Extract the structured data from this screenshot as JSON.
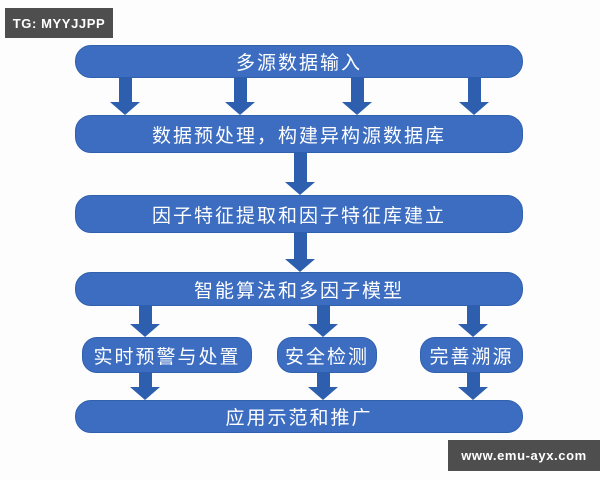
{
  "badges": {
    "top_left": "TG: MYYJJPP",
    "bottom_right": "www.emu-ayx.com"
  },
  "flowchart": {
    "nodes": {
      "input": "多源数据输入",
      "preprocess": "数据预处理，构建异构源数据库",
      "feature": "因子特征提取和因子特征库建立",
      "model": "智能算法和多因子模型",
      "warning": "实时预警与处置",
      "detection": "安全检测",
      "trace": "完善溯源",
      "promotion": "应用示范和推广"
    }
  },
  "colors": {
    "node_fill": "#3c6dc0",
    "node_border": "#3160ad",
    "arrow_fill": "#2e5fae",
    "badge_bg": "#4e4e4e",
    "text": "#ffffff",
    "background": "#fdfdfd"
  }
}
